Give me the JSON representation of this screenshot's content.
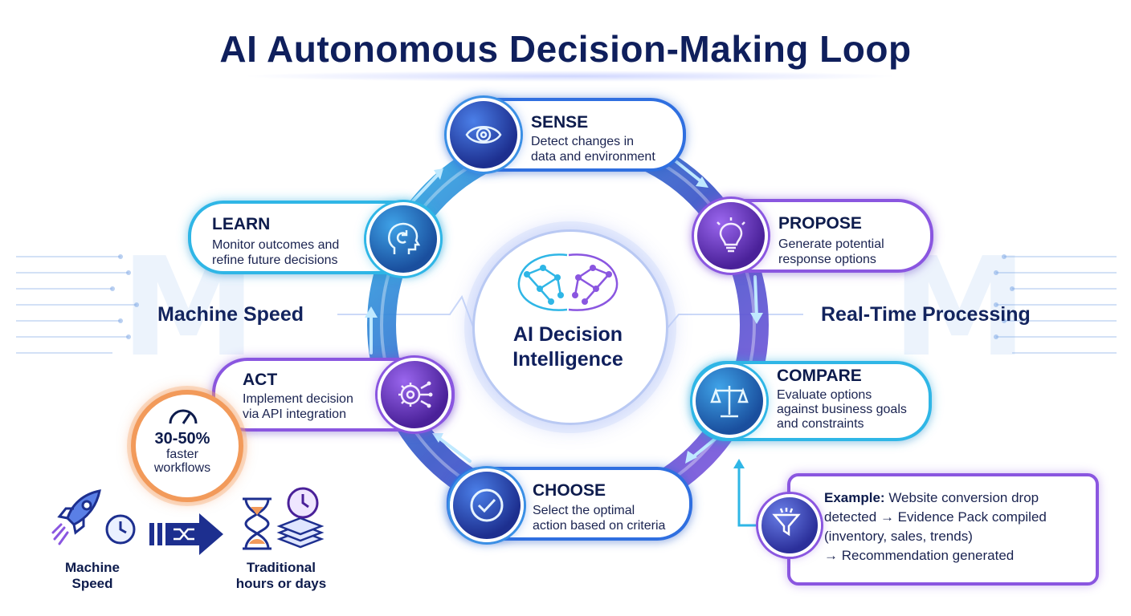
{
  "title": "AI Autonomous Decision-Making Loop",
  "center": {
    "line1": "AI Decision",
    "line2": "Intelligence"
  },
  "side_labels": {
    "left": "Machine Speed",
    "right": "Real-Time Processing"
  },
  "stages": {
    "sense": {
      "title": "SENSE",
      "desc1": "Detect changes in",
      "desc2": "data and environment"
    },
    "propose": {
      "title": "PROPOSE",
      "desc1": "Generate potential",
      "desc2": "response options"
    },
    "compare": {
      "title": "COMPARE",
      "desc1": "Evaluate options",
      "desc2": "against business goals",
      "desc3": "and constraints"
    },
    "choose": {
      "title": "CHOOSE",
      "desc1": "Select the optimal",
      "desc2": "action based on criteria"
    },
    "act": {
      "title": "ACT",
      "desc1": "Implement decision",
      "desc2": "via API integration"
    },
    "learn": {
      "title": "LEARN",
      "desc1": "Monitor outcomes and",
      "desc2": "refine future decisions"
    }
  },
  "speed_badge": {
    "value": "30-50%",
    "line1": "faster",
    "line2": "workflows"
  },
  "bottom": {
    "machine_line1": "Machine",
    "machine_line2": "Speed",
    "traditional_line1": "Traditional",
    "traditional_line2": "hours or days"
  },
  "example": {
    "label": "Example:",
    "line1": " Website conversion drop",
    "line2": "detected → Evidence Pack compiled",
    "line3": "(inventory, sales, trends)",
    "line4": "→ Recommendation generated"
  },
  "colors": {
    "navy": "#0f1f5c",
    "cyan": "#2fb6e6",
    "violet": "#8a56e0",
    "blue": "#2f6fe0",
    "orange": "#f29a5a"
  },
  "icons": {
    "sense": "eye-icon",
    "propose": "lightbulb-icon",
    "compare": "scales-icon",
    "choose": "checkmark-icon",
    "act": "gear-circuit-icon",
    "learn": "head-refresh-icon",
    "center": "brain-network-icon",
    "example": "funnel-icon"
  }
}
